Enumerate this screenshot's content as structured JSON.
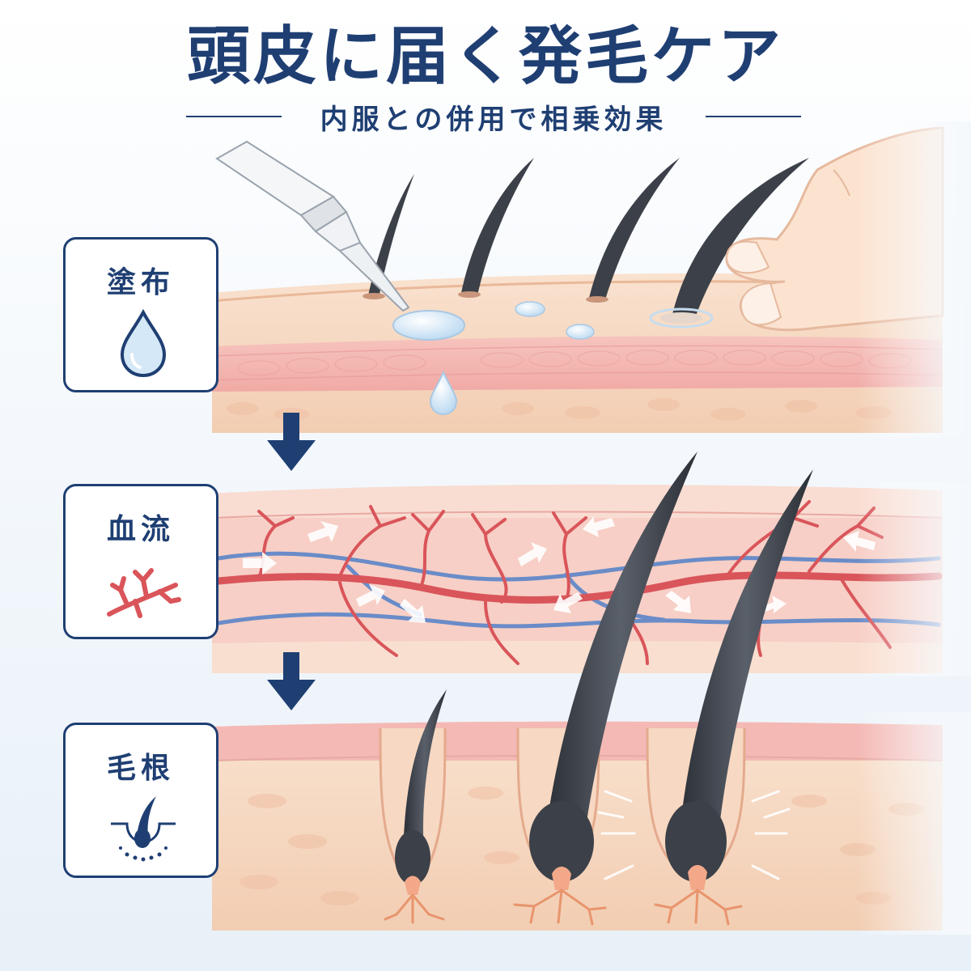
{
  "header": {
    "title": "頭皮に届く発毛ケア",
    "subtitle": "内服との併用で相乗効果"
  },
  "steps": [
    {
      "label": "塗布",
      "icon": "water-drop-icon"
    },
    {
      "label": "血流",
      "icon": "blood-vessel-icon"
    },
    {
      "label": "毛根",
      "icon": "hair-follicle-icon"
    }
  ],
  "colors": {
    "navy": "#1f3f73",
    "skin": "#f6d9c3",
    "dermis": "#f4b9b5",
    "artery": "#d9555a",
    "vein": "#5f83c4",
    "hair": "#3c4048",
    "drop": "#cfe4f6"
  }
}
